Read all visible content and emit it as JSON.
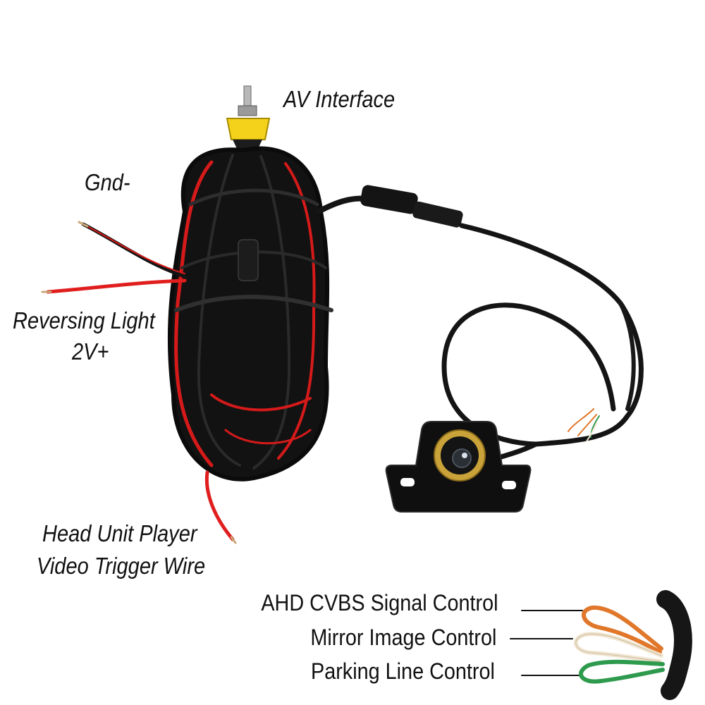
{
  "labels": {
    "av_interface": "AV Interface",
    "gnd": "Gnd-",
    "reversing_light_line1": "Reversing Light",
    "reversing_light_line2": "2V+",
    "head_unit_line1": "Head Unit Player",
    "head_unit_line2": "Video Trigger Wire"
  },
  "controls": [
    {
      "label": "AHD CVBS Signal Control",
      "wire_color": "#e0772a"
    },
    {
      "label": "Mirror Image Control",
      "wire_color": "#f1e6d2"
    },
    {
      "label": "Parking Line Control",
      "wire_color": "#2e9a4e"
    }
  ],
  "colors": {
    "cable": "#151515",
    "red_wire": "#e01e1e",
    "rca_yellow": "#f4d21c",
    "lens_ring": "#c9a23a"
  }
}
